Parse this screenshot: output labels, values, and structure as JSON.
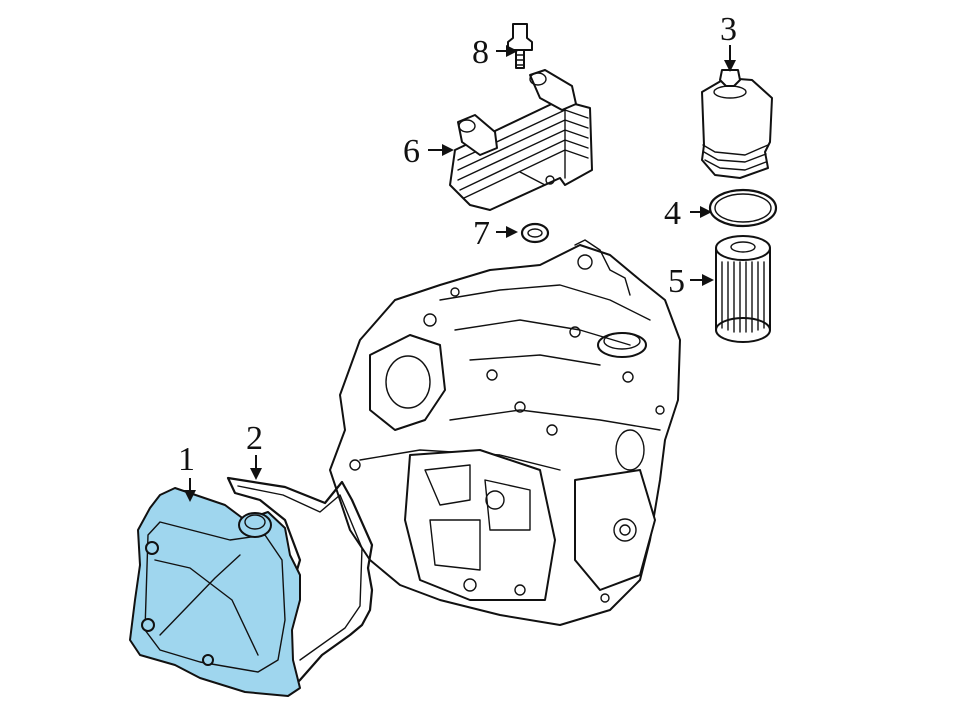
{
  "callouts": [
    {
      "id": "1",
      "label": "1"
    },
    {
      "id": "2",
      "label": "2"
    },
    {
      "id": "3",
      "label": "3"
    },
    {
      "id": "4",
      "label": "4"
    },
    {
      "id": "5",
      "label": "5"
    },
    {
      "id": "6",
      "label": "6"
    },
    {
      "id": "7",
      "label": "7"
    },
    {
      "id": "8",
      "label": "8"
    }
  ],
  "colors": {
    "highlight": "#9fd6ee",
    "line": "#111111",
    "background": "#ffffff"
  }
}
